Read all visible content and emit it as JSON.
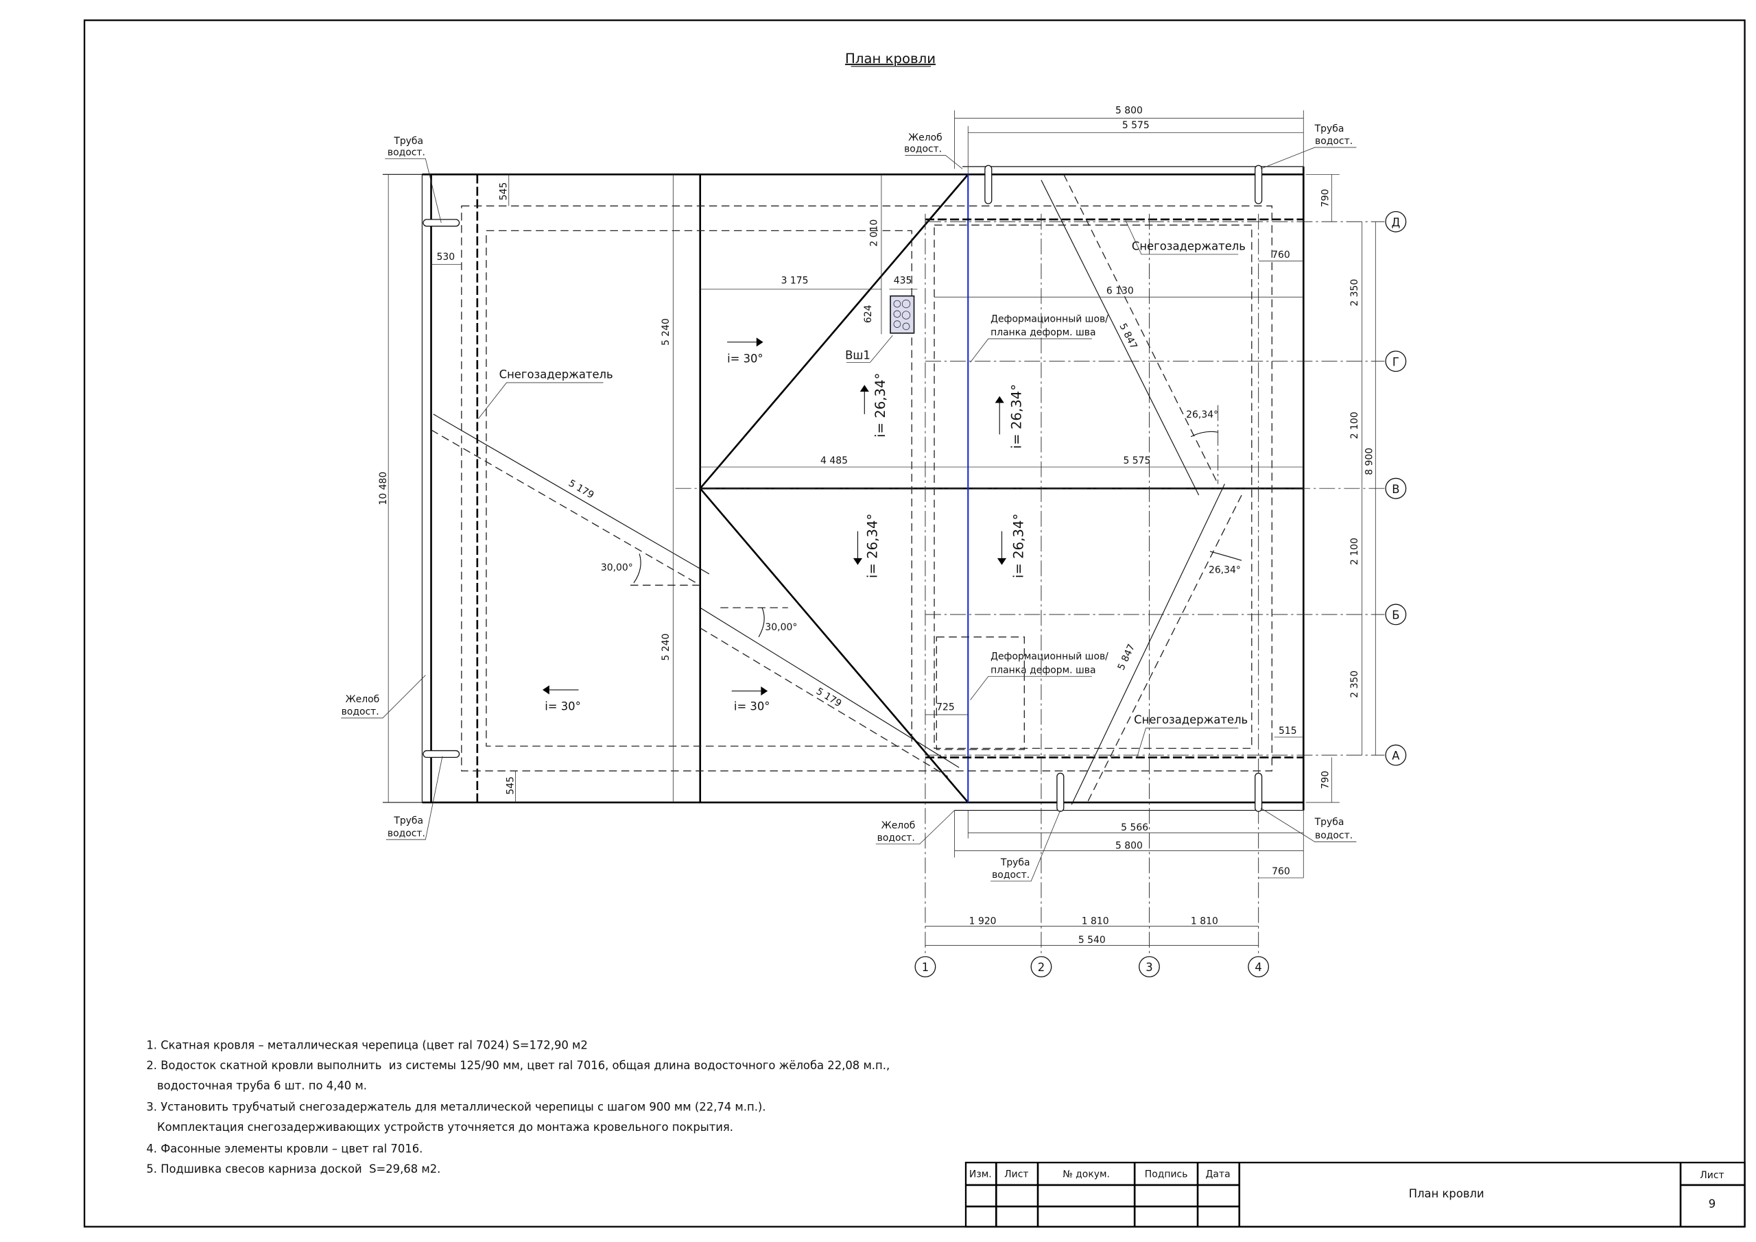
{
  "title": "План кровли",
  "labels": {
    "truba_1": "Труба",
    "truba_2": "водост.",
    "zhelob_1": "Желоб",
    "zhelob_2": "водост.",
    "snow_guard": "Снегозадержатель",
    "deform_1": "Деформационный шов/",
    "deform_2": "планка деформ. шва",
    "chimney": "Вш1",
    "slope_30": "i= 30°",
    "slope_2634": "i= 26,34°",
    "angle_30": "30,00°",
    "angle_2634": "26,34°"
  },
  "dims": {
    "d5800": "5 800",
    "d5575": "5 575",
    "d790": "790",
    "d760": "760",
    "d2350": "2 350",
    "d2100": "2 100",
    "d8900": "8 900",
    "d10480": "10 480",
    "d5240": "5 240",
    "d545": "545",
    "d530": "530",
    "d2010": "2 010",
    "d3175": "3 175",
    "d435": "435",
    "d624": "624",
    "d6130": "6 130",
    "d4485": "4 485",
    "d5179": "5 179",
    "d5847": "5 847",
    "d725": "725",
    "d515": "515",
    "d5566": "5 566",
    "d1920": "1 920",
    "d1810": "1 810",
    "d5540": "5 540"
  },
  "axes": {
    "rows": [
      "Д",
      "Г",
      "В",
      "Б",
      "А"
    ],
    "cols": [
      "1",
      "2",
      "3",
      "4"
    ]
  },
  "notes": [
    "1. Скатная кровля – металлическая черепица (цвет ral 7024) S=172,90 м2",
    "2. Водосток скатной кровли выполнить  из системы 125/90 мм, цвет ral 7016, общая длина водосточного жёлоба 22,08 м.п.,",
    "   водосточная труба 6 шт. по 4,40 м.",
    "3. Установить трубчатый снегозадержатель для металлической черепицы с шагом 900 мм (22,74 м.п.).",
    "   Комплектация снегозадерживающих устройств уточняется до монтажа кровельного покрытия.",
    "4. Фасонные элементы кровли – цвет ral 7016.",
    "5. Подшивка свесов карниза доской  S=29,68 м2."
  ],
  "title_block": {
    "headers": [
      "Изм.",
      "Лист",
      "№ докум.",
      "Подпись",
      "Дата"
    ],
    "name": "План кровли",
    "sheet_label": "Лист",
    "sheet_number": "9"
  },
  "colors": {
    "seam": "#1a2bd0",
    "chimney_fill": "#dcdcf0"
  }
}
